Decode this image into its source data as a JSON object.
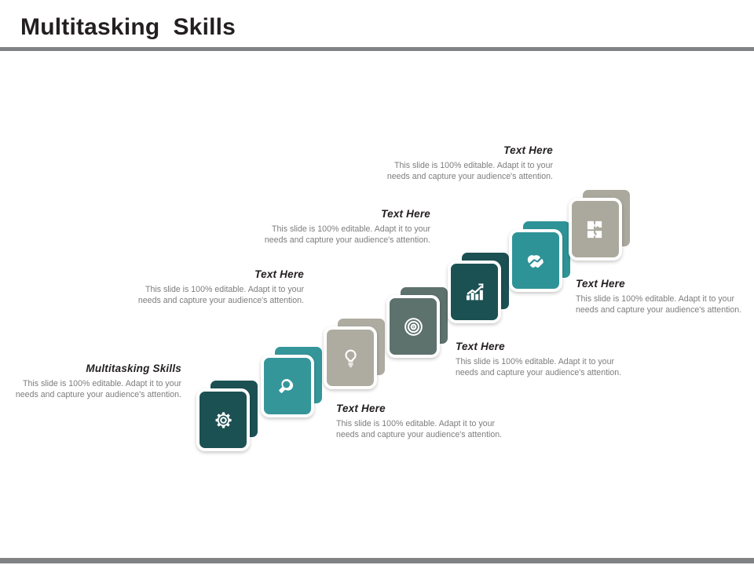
{
  "slide": {
    "title": "Multitasking  Skills",
    "accent_rule_color": "#808284",
    "background": "#ffffff"
  },
  "body_text": "This slide is 100% editable. Adapt it to your needs and capture your audience's attention.",
  "cards": [
    {
      "id": "card-gear",
      "icon": "gear-icon",
      "color": "#1c5153",
      "label": "Multitasking Skills"
    },
    {
      "id": "card-search",
      "icon": "magnifier-icon",
      "color": "#35969a",
      "label": "Text Here"
    },
    {
      "id": "card-idea",
      "icon": "lightbulb-icon",
      "color": "#aeaca1",
      "label": "Text Here"
    },
    {
      "id": "card-target",
      "icon": "target-icon",
      "color": "#5d716d",
      "label": "Text Here"
    },
    {
      "id": "card-growth",
      "icon": "bar-chart-icon",
      "color": "#1c5153",
      "label": "Text Here"
    },
    {
      "id": "card-handshake",
      "icon": "handshake-icon",
      "color": "#2e9397",
      "label": "Text Here"
    },
    {
      "id": "card-puzzle",
      "icon": "puzzle-icon",
      "color": "#aba89d",
      "label": "Text Here"
    }
  ],
  "text_blocks": [
    {
      "id": "tb-1",
      "title": "Multitasking Skills",
      "body": "This slide is 100% editable. Adapt it to your needs and capture your audience's attention.",
      "align": "right"
    },
    {
      "id": "tb-2",
      "title": "Text Here",
      "body": "This slide is 100% editable. Adapt it to your needs and capture your audience's attention.",
      "align": "right"
    },
    {
      "id": "tb-3",
      "title": "Text Here",
      "body": "This slide is 100% editable. Adapt it to your needs and capture your audience's attention.",
      "align": "right"
    },
    {
      "id": "tb-4",
      "title": "Text Here",
      "body": "This slide is 100% editable. Adapt it to your needs and capture your audience's attention.",
      "align": "right"
    },
    {
      "id": "tb-5",
      "title": "Text Here",
      "body": "This slide is 100% editable. Adapt it to your needs and capture your audience's attention.",
      "align": "left"
    },
    {
      "id": "tb-6",
      "title": "Text Here",
      "body": "This slide is 100% editable. Adapt it to your needs and capture your audience's attention.",
      "align": "left"
    },
    {
      "id": "tb-7",
      "title": "Text Here",
      "body": "This slide is 100% editable. Adapt it to your needs and capture your audience's attention.",
      "align": "left"
    }
  ]
}
